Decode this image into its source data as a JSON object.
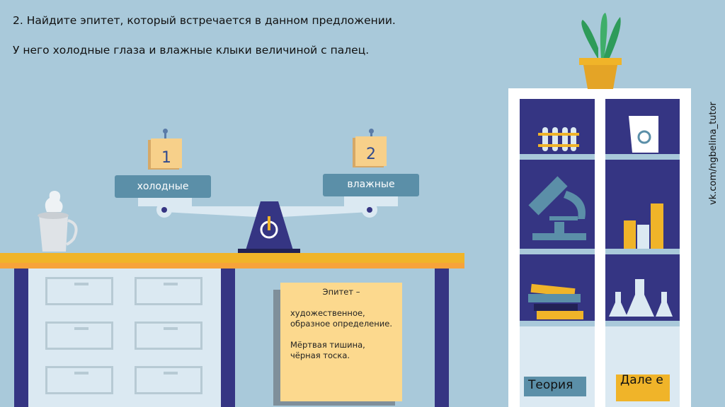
{
  "question": {
    "title": "2. Найдите эпитет, который встречается в данном предложении.",
    "sentence": "У него холодные глаза и влажные клыки величиной с палец."
  },
  "watermark": "vk.com/ngbelina_tutor",
  "scale": {
    "left": {
      "number": "1",
      "label": "холодные"
    },
    "right": {
      "number": "2",
      "label": "влажные"
    }
  },
  "definition": {
    "heading": "Эпитет –",
    "body": "художественное, образное определение.",
    "example": "Мёртвая тишина, чёрная тоска."
  },
  "buttons": {
    "theory": "Теория",
    "next": "Дале е"
  }
}
